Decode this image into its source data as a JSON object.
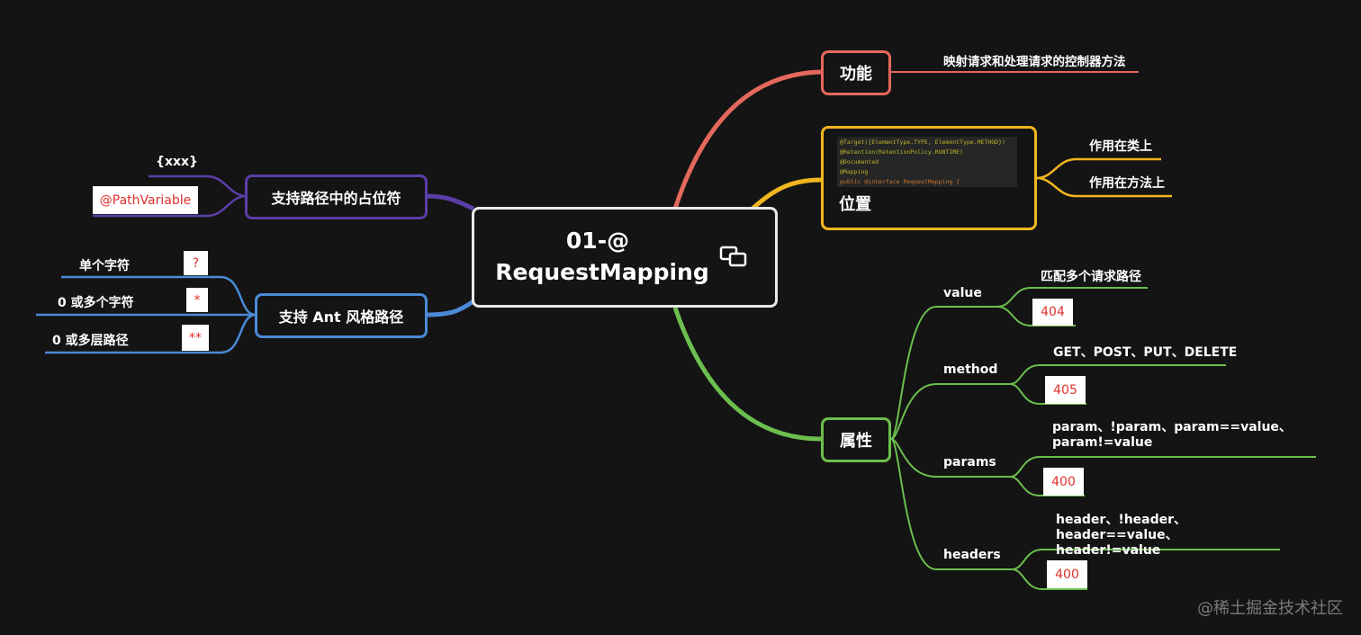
{
  "central": {
    "title_line1": "01-@",
    "title_line2": "RequestMapping",
    "icon": "copy-icon"
  },
  "branches": {
    "function": {
      "label": "功能",
      "description": "映射请求和处理请求的控制器方法",
      "color": "#e5685c"
    },
    "position": {
      "label": "位置",
      "color": "#f1b61f",
      "code_lines": [
        "@Target({ElementType.TYPE, ElementType.METHOD})",
        "@Retention(RetentionPolicy.RUNTIME)",
        "@Documented",
        "@Mapping",
        "public @interface RequestMapping {"
      ],
      "children": [
        "作用在类上",
        "作用在方法上"
      ]
    },
    "attributes": {
      "label": "属性",
      "color": "#6cbf4e",
      "items": [
        {
          "name": "value",
          "desc": "匹配多个请求路径",
          "code": "404"
        },
        {
          "name": "method",
          "desc": "GET、POST、PUT、DELETE",
          "code": "405"
        },
        {
          "name": "params",
          "desc": "param、!param、param==value、param!=value",
          "code": "400"
        },
        {
          "name": "headers",
          "desc": "header、!header、header==value、header!=value",
          "code": "400"
        }
      ]
    },
    "placeholder": {
      "label": "支持路径中的占位符",
      "color": "#5b3ea8",
      "children": [
        "{xxx}",
        "@PathVariable"
      ]
    },
    "ant": {
      "label": "支持 Ant 风格路径",
      "color": "#4a8ad6",
      "items": [
        {
          "label": "单个字符",
          "symbol": "?"
        },
        {
          "label": "0 或多个字符",
          "symbol": "*"
        },
        {
          "label": "0 或多层路径",
          "symbol": "**"
        }
      ]
    }
  },
  "watermark": "@稀土掘金技术社区"
}
